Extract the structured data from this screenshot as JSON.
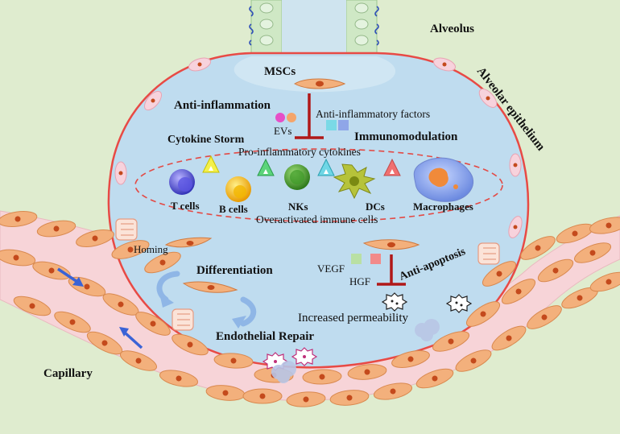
{
  "labels": {
    "alveolus": "Alveolus",
    "alveolar_epithelium": "Alveolar epithelium",
    "mscs": "MSCs",
    "anti_inflammation": "Anti-inflammation",
    "anti_inflammatory_factors": "Anti-inflammatory factors",
    "evs": "EVs",
    "immunomodulation": "Immunomodulation",
    "cytokine_storm": "Cytokine Storm",
    "pro_inflammatory_cytokines": "Pro-inflammatory cytokines",
    "t_cells": "T cells",
    "b_cells": "B cells",
    "nks": "NKs",
    "dcs": "DCs",
    "macrophages": "Macrophages",
    "overactivated_immune_cells": "Overactivated immune cells",
    "homing": "Homing",
    "differentiation": "Differentiation",
    "vegf": "VEGF",
    "hgf": "HGF",
    "anti_apoptosis": "Anti-apoptosis",
    "increased_permeability": "Increased permeability",
    "endothelial_repair": "Endothelial Repair",
    "capillary": "Capillary"
  },
  "colors": {
    "background": "#dfeccf",
    "alveolus_fill": "#bfdcef",
    "alveolus_border": "#e84a45",
    "capillary_fill": "#f7d4d8",
    "endothelial_cell": "#f3b07c",
    "nucleus": "#d2551f",
    "inhibition": "#b01818",
    "arrow_blue": "#3a63d6"
  }
}
